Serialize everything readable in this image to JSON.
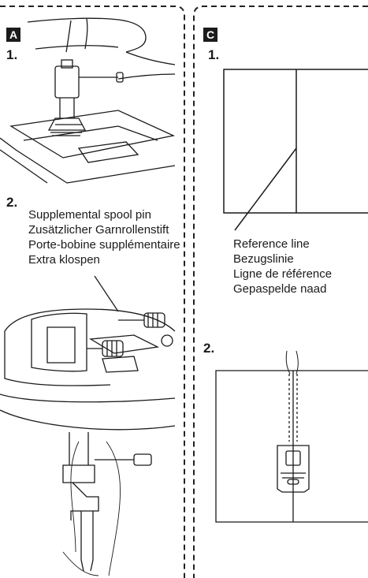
{
  "panel_a": {
    "badge": "A",
    "step1": "1.",
    "step2": "2.",
    "spool_labels": [
      "Supplemental spool pin",
      "Zusätzlicher Garnrollenstift",
      "Porte-bobine supplémentaire",
      "Extra klospen"
    ]
  },
  "panel_c": {
    "badge": "C",
    "step1": "1.",
    "step2": "2.",
    "reference_labels": [
      "Reference line",
      "Bezugslinie",
      "Ligne de référence",
      "Gepaspelde naad"
    ]
  }
}
